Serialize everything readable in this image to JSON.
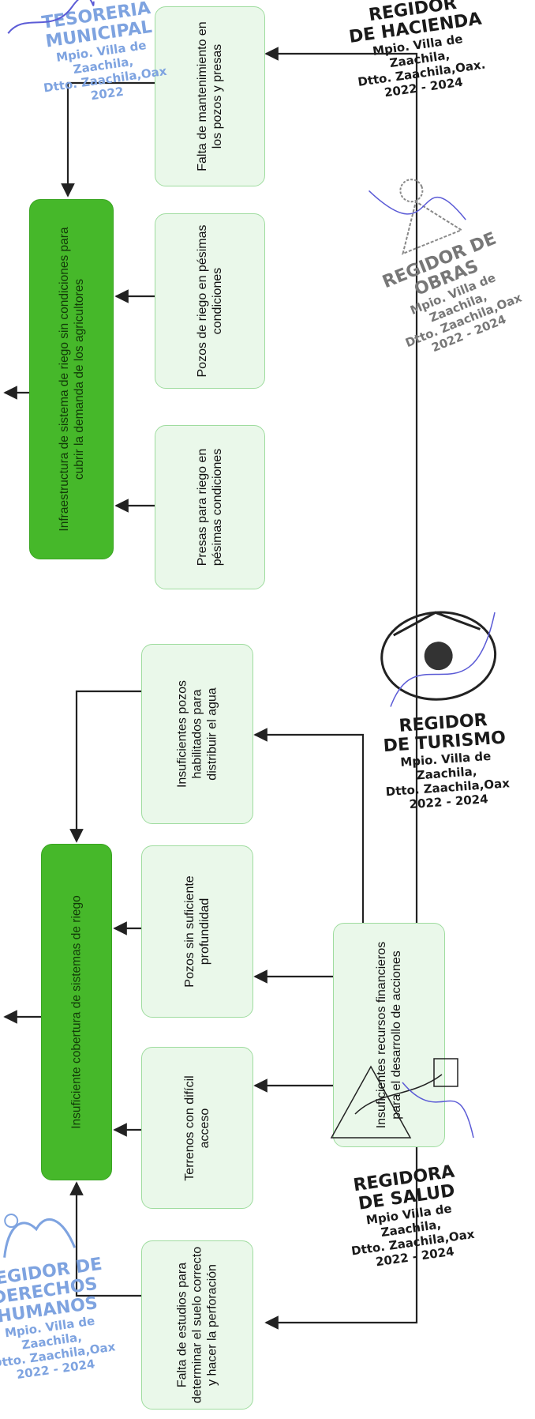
{
  "diagram": {
    "main_problems": [
      {
        "id": "riego_infra",
        "label": "Infraestructura de sistema de riego sin condiciones para cubrir la demanda de los agricultores"
      },
      {
        "id": "cobertura",
        "label": "Insuficiente cobertura de sistemas de riego"
      }
    ],
    "causes_top": [
      {
        "label": "Falta de mantenimiento en los pozos y presas"
      },
      {
        "label": "Pozos de riego en pésimas condiciones"
      },
      {
        "label": "Presas para riego en pésimas condiciones"
      }
    ],
    "causes_bottom": [
      {
        "label": "Insuficientes pozos habilitados para distribuir el agua"
      },
      {
        "label": "Pozos sin suficiente profundidad"
      },
      {
        "label": "Terrenos con difícil acceso"
      },
      {
        "label": "Falta de estudios para determinar el suelo correcto y hacer la perforación"
      }
    ],
    "root_cause": {
      "label": "Insuficientes recursos financieros para el desarrollo de acciones"
    }
  },
  "stamps": [
    {
      "title": "TESORERÍA MUNICIPAL",
      "lines": [
        "Mpio. Villa de",
        "Zaachila,",
        "Dtto. Zaachila,Oax",
        "2022"
      ]
    },
    {
      "title": "REGIDOR DE HACIENDA",
      "lines": [
        "Mpio. Villa de",
        "Zaachila,",
        "Dtto. Zaachila,Oax.",
        "2022 - 2024"
      ]
    },
    {
      "title": "REGIDOR DE OBRAS",
      "lines": [
        "Mpio. Villa de",
        "Zaachila,",
        "Dtto. Zaachila,Oax",
        "2022 - 2024"
      ]
    },
    {
      "title": "REGIDOR DE TURISMO",
      "lines": [
        "Mpio. Villa de",
        "Zaachila,",
        "Dtto. Zaachila,Oax",
        "2022 - 2024"
      ]
    },
    {
      "title": "REGIDORA DE SALUD",
      "lines": [
        "Mpio. Villa de",
        "Zaachila,",
        "Dtto. Zaachila,Oax",
        "2022 - 2024"
      ]
    },
    {
      "title": "REGIDOR DE DERECHOS HUMANOS",
      "lines": [
        "Mpio. Villa de",
        "Zaachila,",
        "Dtto. Zaachila,Oax",
        "2022 - 2024"
      ]
    }
  ],
  "colors": {
    "main_box": "#46b82a",
    "cause_box": "#eaf8ea",
    "cause_border": "#9fdc9f",
    "arrow": "#222222"
  }
}
